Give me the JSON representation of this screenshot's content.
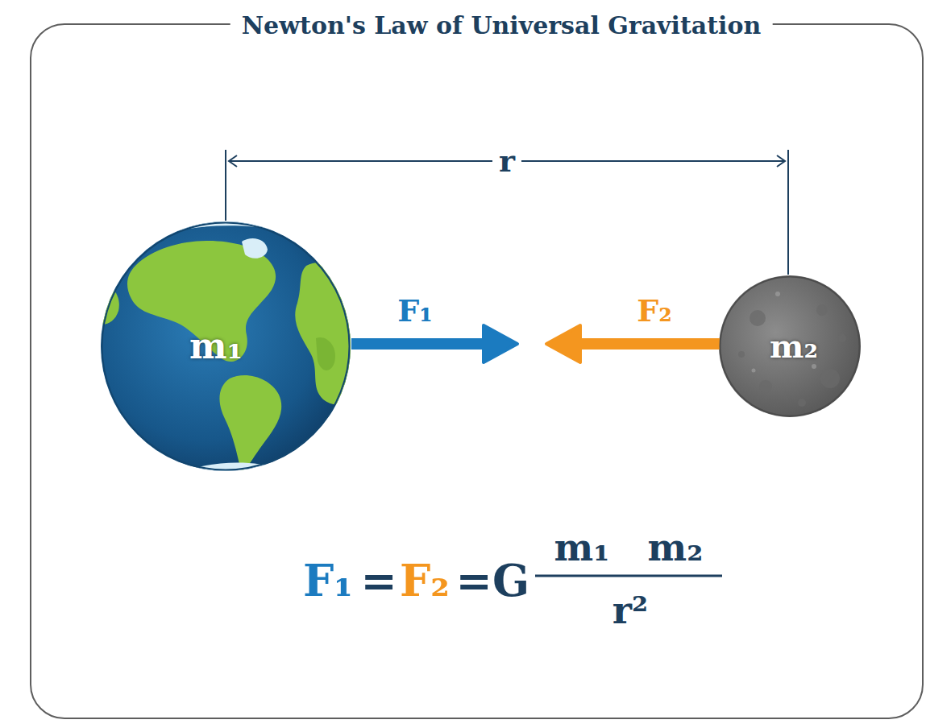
{
  "diagram": {
    "title": "Newton's Law of Universal Gravitation",
    "nodes": [
      {
        "text": [
          "m₁"
        ]
      },
      {
        "text": [
          "m₂"
        ]
      }
    ],
    "labels": [
      "r",
      "F₁",
      "F₂",
      "F₁",
      "=",
      "F₂",
      "=",
      "G",
      "m₁",
      "m₂",
      "r²"
    ]
  }
}
